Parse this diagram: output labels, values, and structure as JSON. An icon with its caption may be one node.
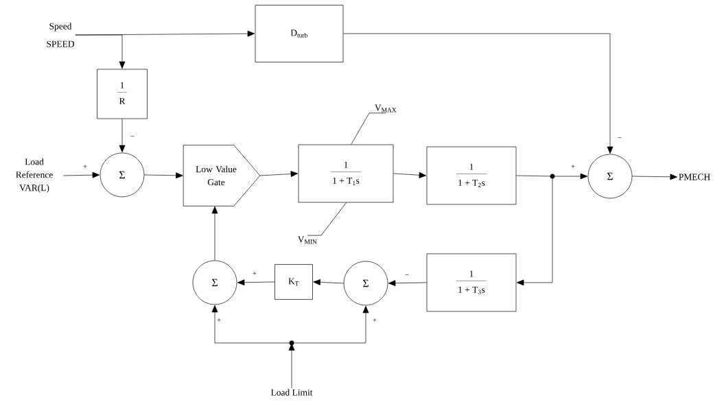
{
  "diagram": {
    "nodes": [
      {
        "text": [
          "Speed",
          "SPEED"
        ]
      },
      {
        "text": [
          "D$_{turb}$"
        ]
      },
      {
        "text": [
          "1",
          "R"
        ]
      },
      {
        "text": [
          "Load Reference VAR(L)"
        ]
      },
      {
        "text": [
          "Σ"
        ]
      },
      {
        "text": [
          "Low Value Gate"
        ]
      },
      {
        "text": [
          "1",
          "1 + T$_{1}$s"
        ]
      },
      {
        "text": [
          "1",
          "1 + T$_{2}$s"
        ]
      },
      {
        "text": [],
        "shape": "circle"
      },
      {
        "text": [
          "Σ"
        ]
      },
      {
        "text": [
          "PMECH"
        ]
      },
      {
        "text": [
          "V$_{MAX}$"
        ]
      },
      {
        "text": [
          "V$_{MIN}$"
        ]
      },
      {
        "text": [
          "1",
          "1 + T$_{3}$s"
        ]
      },
      {
        "text": [
          "Σ"
        ]
      },
      {
        "text": [
          "K$_{T}$"
        ]
      },
      {
        "text": [
          "Σ"
        ]
      },
      {
        "text": [],
        "shape": "circle"
      },
      {
        "text": [
          "Load Limit"
        ]
      }
    ],
    "edges": [
      {
        "from": 0,
        "to": 1,
        "arrow": "to"
      },
      {
        "from": 0,
        "to": 2,
        "arrow": "to"
      },
      {
        "from": 2,
        "to": 4,
        "arrow": "to",
        "label": "−"
      },
      {
        "from": 3,
        "to": 4,
        "arrow": "to",
        "label": "+"
      },
      {
        "from": 4,
        "to": 5,
        "arrow": "to"
      },
      {
        "from": 5,
        "to": 6,
        "arrow": "to"
      },
      {
        "from": 6,
        "to": 7,
        "arrow": "to"
      },
      {
        "from": 7,
        "to": 8,
        "arrow": "none"
      },
      {
        "from": 8,
        "to": 9,
        "arrow": "to",
        "label": "+"
      },
      {
        "from": 1,
        "to": 9,
        "arrow": "to",
        "label": "−"
      },
      {
        "from": 9,
        "to": 10,
        "arrow": "to"
      },
      {
        "from": 8,
        "to": 13,
        "arrow": "to"
      },
      {
        "from": 13,
        "to": 14,
        "arrow": "to",
        "label": "−"
      },
      {
        "from": 14,
        "to": 15,
        "arrow": "to"
      },
      {
        "from": 15,
        "to": 16,
        "arrow": "to",
        "label": "+"
      },
      {
        "from": 16,
        "to": 5,
        "arrow": "to"
      },
      {
        "from": 18,
        "to": 17,
        "arrow": "to"
      },
      {
        "from": 17,
        "to": 16,
        "arrow": "to",
        "label": "+"
      },
      {
        "from": 17,
        "to": 14,
        "arrow": "to",
        "label": "+"
      },
      {
        "from": 11,
        "to": 6,
        "arrow": "none"
      },
      {
        "from": 12,
        "to": 6,
        "arrow": "none"
      }
    ]
  }
}
